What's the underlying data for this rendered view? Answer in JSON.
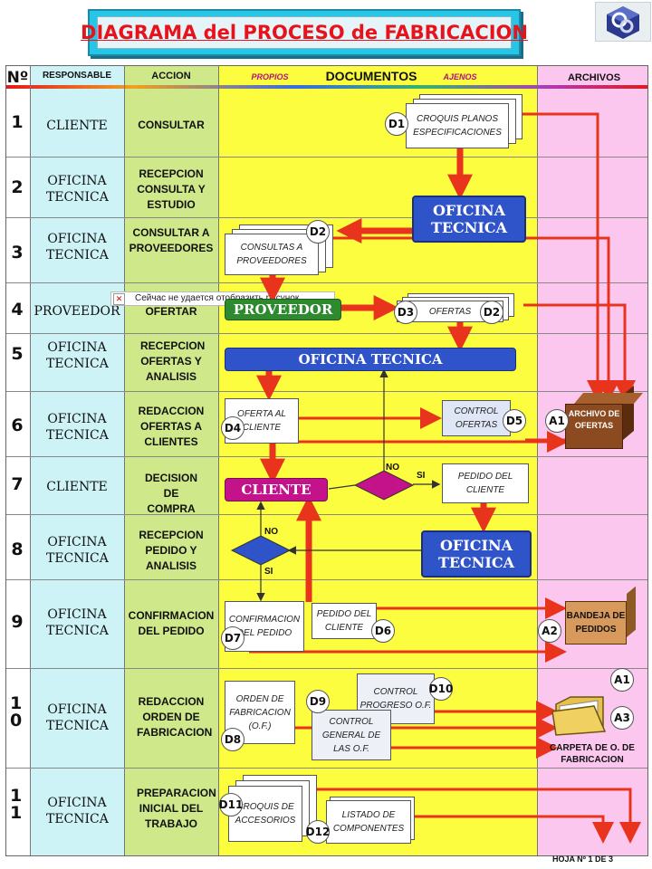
{
  "title": "DIAGRAMA del PROCESO de FABRICACION",
  "headers": {
    "num": "Nº",
    "responsable": "RESPONSABLE",
    "accion": "ACCION",
    "documentos": "DOCUMENTOS",
    "propios": "PROPIOS",
    "ajenos": "AJENOS",
    "archivos": "ARCHIVOS"
  },
  "rows": [
    {
      "num": "1",
      "responsable": "CLIENTE",
      "accion": "CONSULTAR"
    },
    {
      "num": "2",
      "responsable": "OFICINA TECNICA",
      "accion": "RECEPCION CONSULTA Y ESTUDIO"
    },
    {
      "num": "3",
      "responsable": "OFICINA TECNICA",
      "accion": "CONSULTAR A PROVEEDORES"
    },
    {
      "num": "4",
      "responsable": "PROVEEDOR",
      "accion": "OFERTAR"
    },
    {
      "num": "5",
      "responsable": "OFICINA TECNICA",
      "accion": "RECEPCION OFERTAS Y ANALISIS"
    },
    {
      "num": "6",
      "responsable": "OFICINA TECNICA",
      "accion": "REDACCION OFERTAS A CLIENTES"
    },
    {
      "num": "7",
      "responsable": "CLIENTE",
      "accion": "DECISION DE COMPRA"
    },
    {
      "num": "8",
      "responsable": "OFICINA TECNICA",
      "accion": "RECEPCION PEDIDO Y ANALISIS"
    },
    {
      "num": "9",
      "responsable": "OFICINA TECNICA",
      "accion": "CONFIRMACION DEL PEDIDO"
    },
    {
      "num": "10",
      "responsable": "OFICINA TECNICA",
      "accion": "REDACCION ORDEN DE FABRICACION"
    },
    {
      "num": "11",
      "responsable": "OFICINA TECNICA",
      "accion": "PREPARACION INICIAL DEL TRABAJO"
    }
  ],
  "documents": {
    "croquis_planos": "CROQUIS PLANOS ESPECIFICACIONES",
    "consultas_proveedores": "CONSULTAS A PROVEEDORES",
    "ofertas": "OFERTAS",
    "oferta_cliente": "OFERTA AL CLIENTE",
    "control_ofertas": "CONTROL OFERTAS",
    "pedido_cliente_7": "PEDIDO DEL CLIENTE",
    "confirmacion_pedido": "CONFIRMACION DEL PEDIDO",
    "pedido_cliente_9": "PEDIDO DEL CLIENTE",
    "orden_fabricacion": "ORDEN DE FABRICACION (O.F.)",
    "control_progreso": "CONTROL PROGRESO O.F.",
    "control_general": "CONTROL GENERAL DE LAS O.F.",
    "croquis_accesorios": "CROQUIS DE ACCESORIOS",
    "listado_componentes": "LISTADO DE COMPONENTES"
  },
  "badges": {
    "d1": "D1",
    "d2a": "D2",
    "d3": "D3",
    "d2b": "D2",
    "d4": "D4",
    "d5": "D5",
    "d6": "D6",
    "d7": "D7",
    "d8": "D8",
    "d9": "D9",
    "d10": "D10",
    "d11": "D11",
    "d12": "D12",
    "a1": "A1",
    "a2": "A2",
    "a1b": "A1",
    "a3": "A3"
  },
  "process_boxes": {
    "oficina_tecnica_2": "OFICINA TECNICA",
    "proveedor_4": "PROVEEDOR",
    "oficina_tecnica_5": "OFICINA TECNICA",
    "cliente_7": "CLIENTE",
    "oficina_tecnica_8": "OFICINA TECNICA"
  },
  "decision_labels": {
    "no_7": "NO",
    "si_7": "SI",
    "no_8": "NO",
    "si_8": "SI"
  },
  "archives": {
    "archivo_ofertas": "ARCHIVO DE OFERTAS",
    "bandeja_pedidos": "BANDEJA DE PEDIDOS",
    "carpeta_of": "CARPETA DE O. DE FABRICACION"
  },
  "image_error": "Сейчас не удается отобразить рисунок.",
  "footer": "HOJA Nº 1 DE 3",
  "colors": {
    "title_red": "#e8121b",
    "process_blue": "#2f53c9",
    "process_green": "#2e8a2e",
    "process_magenta": "#c4128a",
    "arrow_red": "#e8341c",
    "documents_yellow": "#fdfd3f",
    "archivos_pink": "#fbc7ef"
  }
}
